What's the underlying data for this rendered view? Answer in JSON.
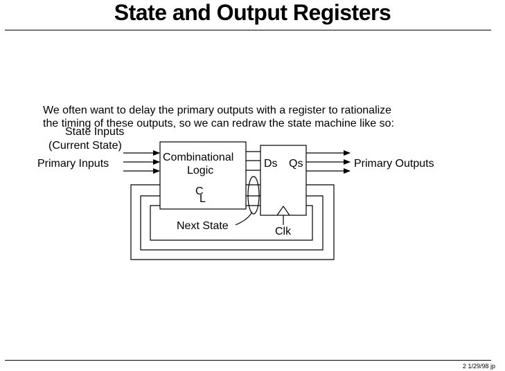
{
  "title": "State and Output Registers",
  "paragraph": {
    "line1": "We often want to delay the primary outputs with a register to rationalize",
    "line2": "the timing of these outputs, so we can redraw the state machine like so:"
  },
  "diagram": {
    "state_inputs_label": "State Inputs",
    "current_state_label": "(Current State)",
    "primary_inputs_label": "Primary Inputs",
    "comb_logic_line1": "Combinational",
    "comb_logic_line2": "Logic",
    "cl_c": "C",
    "cl_l": "L",
    "register_d": "Ds",
    "register_q": "Qs",
    "primary_outputs_label": "Primary Outputs",
    "next_state_label": "Next State",
    "clk_label": "Clk"
  },
  "footer": "2  1/29/98  jp"
}
